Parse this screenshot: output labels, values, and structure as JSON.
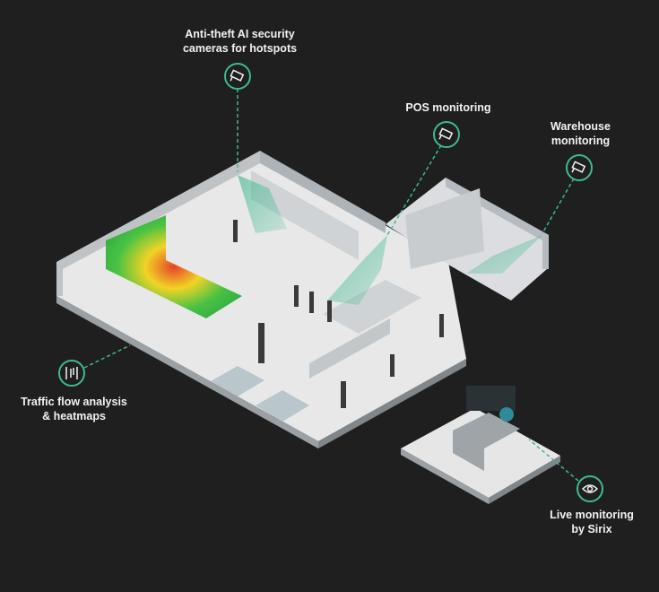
{
  "accent_color": "#3dba8f",
  "callouts": [
    {
      "id": "cameras",
      "label": "Anti-theft AI security\ncameras for hotspots",
      "icon": "security-camera-icon"
    },
    {
      "id": "pos",
      "label": "POS monitoring",
      "icon": "security-camera-icon"
    },
    {
      "id": "warehouse",
      "label": "Warehouse\nmonitoring",
      "icon": "security-camera-icon"
    },
    {
      "id": "traffic",
      "label": "Traffic flow analysis\n& heatmaps",
      "icon": "traffic-flow-icon"
    },
    {
      "id": "live",
      "label": "Live monitoring\nby Sirix",
      "icon": "eye-icon"
    }
  ]
}
